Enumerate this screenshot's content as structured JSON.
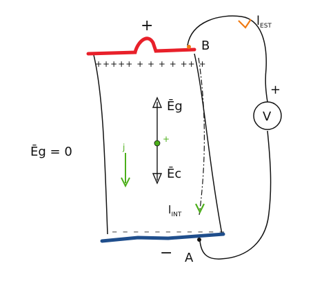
{
  "diagram": {
    "colors": {
      "top_plate": "#e8202a",
      "bottom_plate": "#1f4e8c",
      "green": "#4caf1a",
      "orange": "#f07a12",
      "ink": "#111111"
    },
    "labels": {
      "top_plus": "+",
      "bottom_minus": "−",
      "node_b": "B",
      "node_a": "A",
      "top_charges": "+++++ + + + + ++ +",
      "bottom_charges": "− − − − − − − − − − −",
      "eg_field": "Ēg",
      "ec_field": "Ēc",
      "outside_field": "Ēg = 0",
      "current_int_main": "l",
      "current_int_sub": "INT",
      "current_ext_main": "l",
      "current_ext_sub": "EST",
      "voltmeter": "V",
      "voltmeter_plus": "+",
      "center_plus": "+",
      "green_arrow_label": "j"
    }
  }
}
